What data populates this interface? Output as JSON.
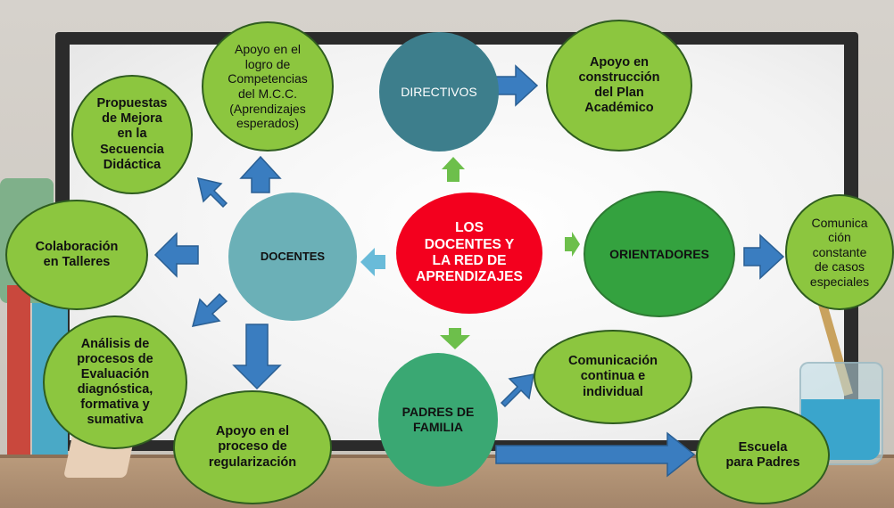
{
  "nodes": {
    "center": "LOS\nDOCENTES Y\nLA RED DE\nAPRENDIZAJES",
    "directivos": "DIRECTIVOS",
    "plan_academico": "Apoyo en\nconstrucción\ndel Plan\nAcadémico",
    "orientadores": "ORIENTADORES",
    "comunicacion_casos": "Comunica\nción\nconstante\nde casos\nespeciales",
    "padres": "PADRES DE\nFAMILIA",
    "comunicacion_continua": "Comunicación\ncontinua e\nindividual",
    "escuela_padres": "Escuela\npara Padres",
    "docentes": "DOCENTES",
    "competencias": "Apoyo en el\nlogro de\nCompetencias\ndel M.C.C.\n(Aprendizajes\nesperados)",
    "propuestas": "Propuestas\nde Mejora\nen la\nSecuencia\nDidáctica",
    "colaboracion": "Colaboración\nen Talleres",
    "analisis": "Análisis de\nprocesos de\nEvaluación\ndiagnóstica,\nformativa y\nsumativa",
    "regularizacion": "Apoyo en el\nproceso de\nregularización"
  },
  "colors": {
    "light_green": "#8cc63f",
    "orientadores_green": "#34a23f",
    "directivos_teal": "#3d7e8c",
    "docentes_teal": "#6bb0b7",
    "padres_green": "#3aa873",
    "center_red": "#f3001e",
    "arrow_blue": "#3a7dc0",
    "arrow_green": "#6dbf4b"
  }
}
